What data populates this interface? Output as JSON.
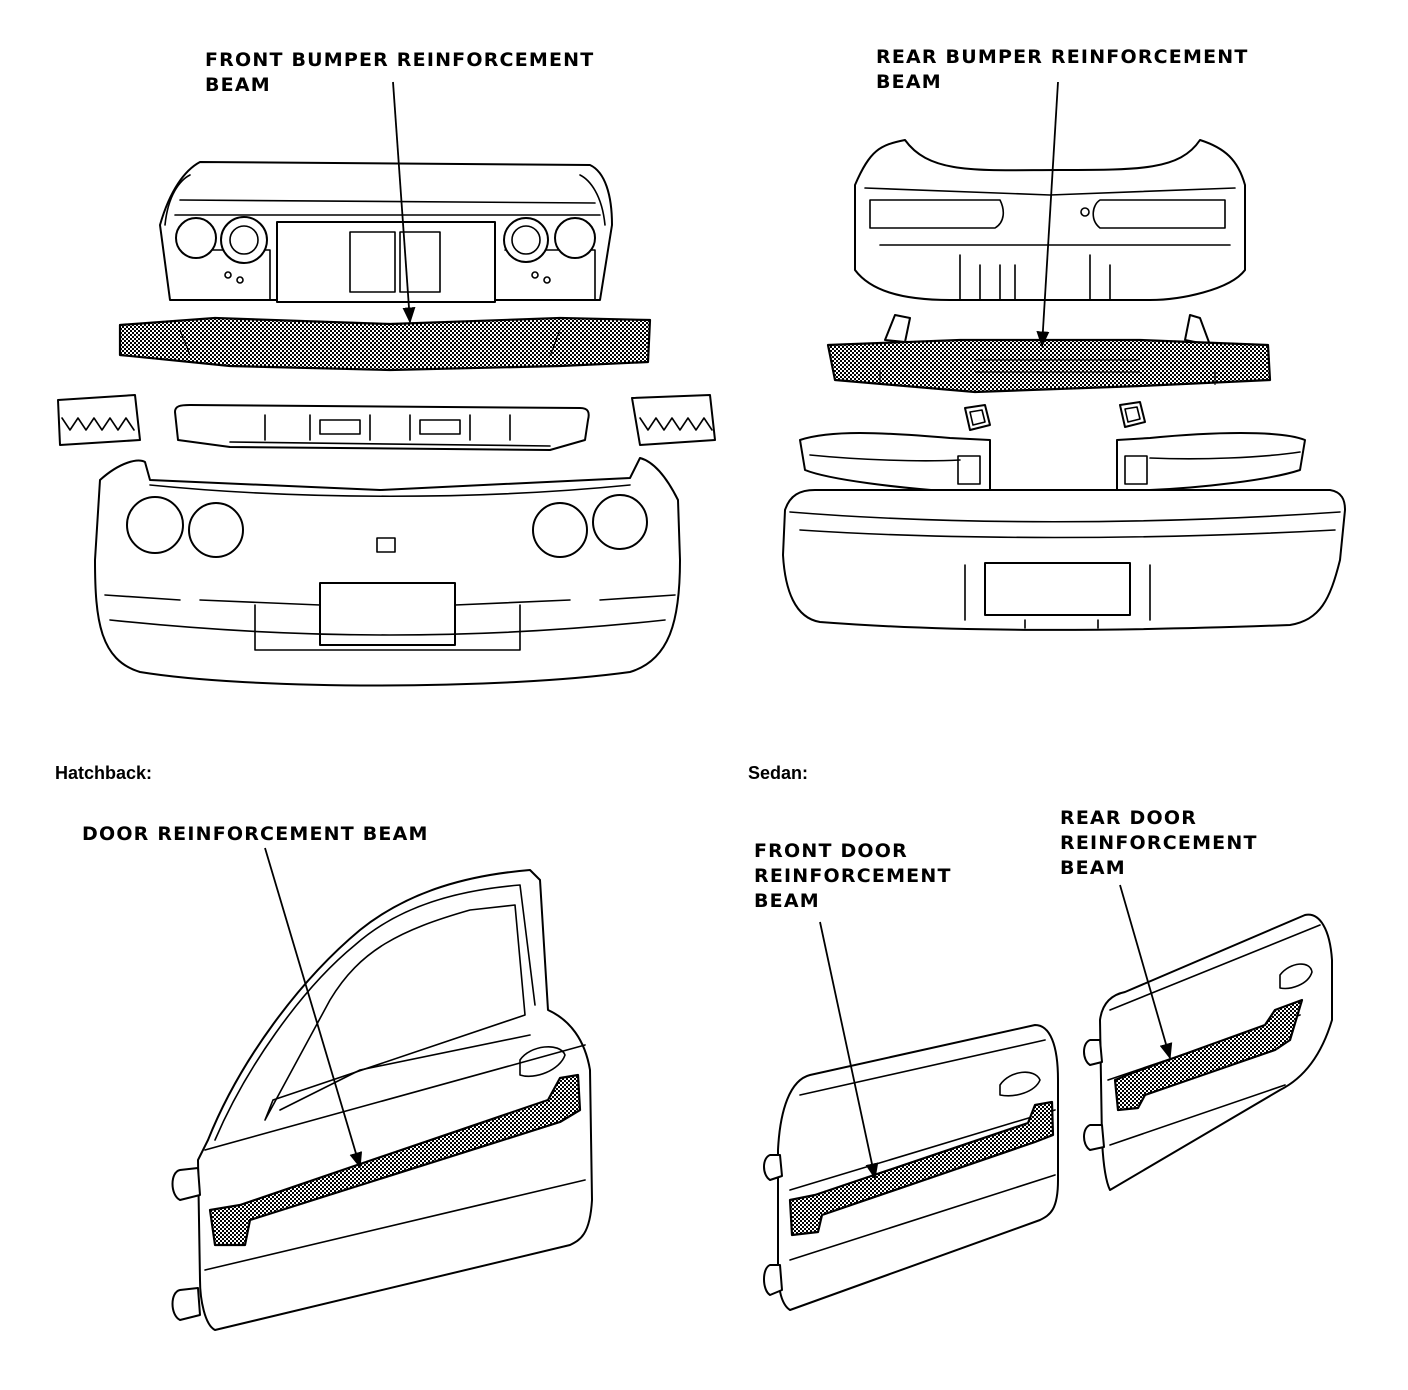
{
  "labels": {
    "front_bumper": "FRONT BUMPER REINFORCEMENT\nBEAM",
    "rear_bumper": "REAR BUMPER REINFORCEMENT\nBEAM",
    "hatchback_door": "DOOR REINFORCEMENT  BEAM",
    "front_door": "FRONT DOOR\nREINFORCEMENT\nBEAM",
    "rear_door": "REAR DOOR\nREINFORCEMENT\nBEAM"
  },
  "sections": {
    "hatchback": "Hatchback:",
    "sedan": "Sedan:"
  }
}
